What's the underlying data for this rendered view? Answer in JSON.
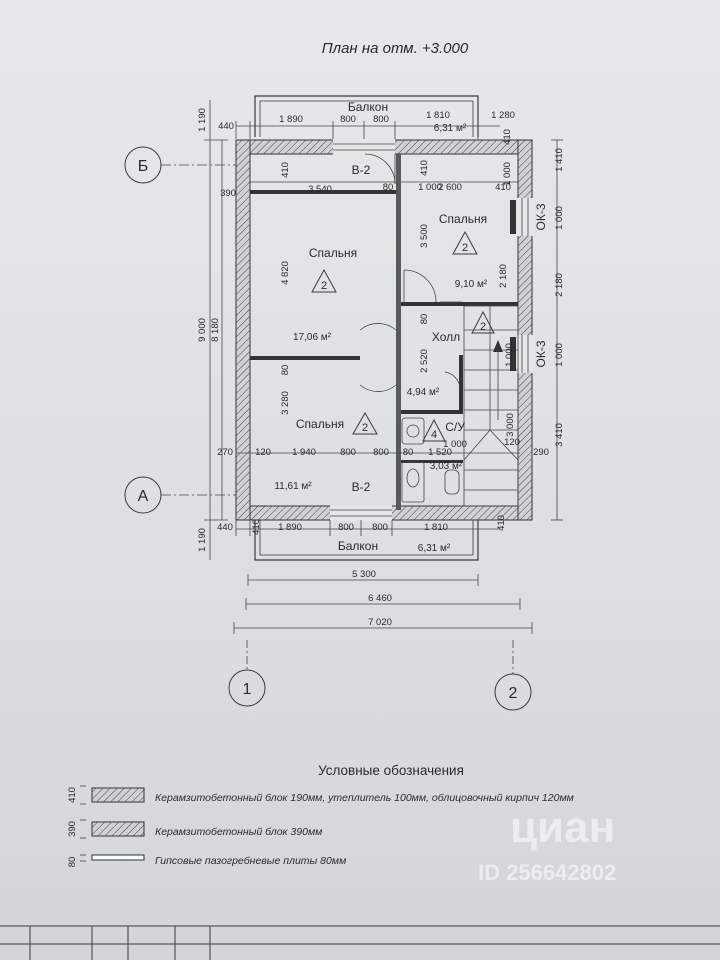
{
  "title": "План на отм. +3.000",
  "axes": {
    "b": "Б",
    "a": "А",
    "one": "1",
    "two": "2"
  },
  "balcony_top": {
    "label": "Балкон",
    "area": "6,31 м²"
  },
  "balcony_bottom": {
    "label": "Балкон",
    "area": "6,31 м²"
  },
  "rooms": {
    "bedroom_big": {
      "label": "Спальня",
      "area": "17,06 м²",
      "tag": "2"
    },
    "bedroom_right": {
      "label": "Спальня",
      "area": "9,10 м²",
      "tag": "2"
    },
    "hall": {
      "label": "Холл",
      "area": "4,94 м²",
      "tag": "2"
    },
    "bedroom_small": {
      "label": "Спальня",
      "area": "11,61 м²",
      "tag": "2"
    },
    "bathroom": {
      "label": "С/У",
      "area": "3,03 м²",
      "tag": "4"
    }
  },
  "marks": {
    "b2_top": "В-2",
    "b2_bottom": "В-2",
    "ok3_top": "ОК-3",
    "ok3_bottom": "ОК-3"
  },
  "dims": {
    "t440": "440",
    "t1890": "1 890",
    "t800a": "800",
    "t800b": "800",
    "t1810": "1 810",
    "t1280": "1 280",
    "t410a": "410",
    "t410b": "410",
    "t410c": "410",
    "t390": "390",
    "t3540": "3 540",
    "t80a": "80",
    "t2600": "2 600",
    "t410d": "410",
    "t4820": "4 820",
    "t3500": "3 500",
    "t2180a": "2 180",
    "t80b": "80",
    "t2520": "2 520",
    "t80c": "80",
    "t3280": "3 280",
    "t3000": "3 000",
    "t270": "270",
    "t120a": "120",
    "t1940": "1 940",
    "t800c": "800",
    "t800d": "800",
    "t80d": "80",
    "t1520": "1 520",
    "t120b": "120",
    "t290": "290",
    "b440": "440",
    "b410": "410",
    "b1890": "1 890",
    "b800a": "800",
    "b800b": "800",
    "b1810": "1 810",
    "b410b": "410",
    "w5300": "5 300",
    "w6460": "6 460",
    "w7020": "7 020",
    "l1190a": "1 190",
    "l9000": "9 000",
    "l8180": "8 180",
    "l1190b": "1 190",
    "r1410": "1 410",
    "r1000a": "1 000",
    "r1000b": "1 000",
    "r1000c": "1 000",
    "r2180": "2 180",
    "r1000d": "1 000",
    "r1000e": "1 000",
    "r3410": "3 410",
    "r1000f": "1 000"
  },
  "legend": {
    "title": "Условные обозначения",
    "items": [
      {
        "code": "410",
        "text": "Керамзитобетонный блок 190мм, утеплитель 100мм, облицовочный кирпич 120мм"
      },
      {
        "code": "390",
        "text": "Керамзитобетонный блок 390мм"
      },
      {
        "code": "80",
        "text": "Гипсовые пазогребневые плиты 80мм"
      }
    ]
  },
  "watermark": {
    "brand": "циан",
    "id": "ID 256642802"
  }
}
